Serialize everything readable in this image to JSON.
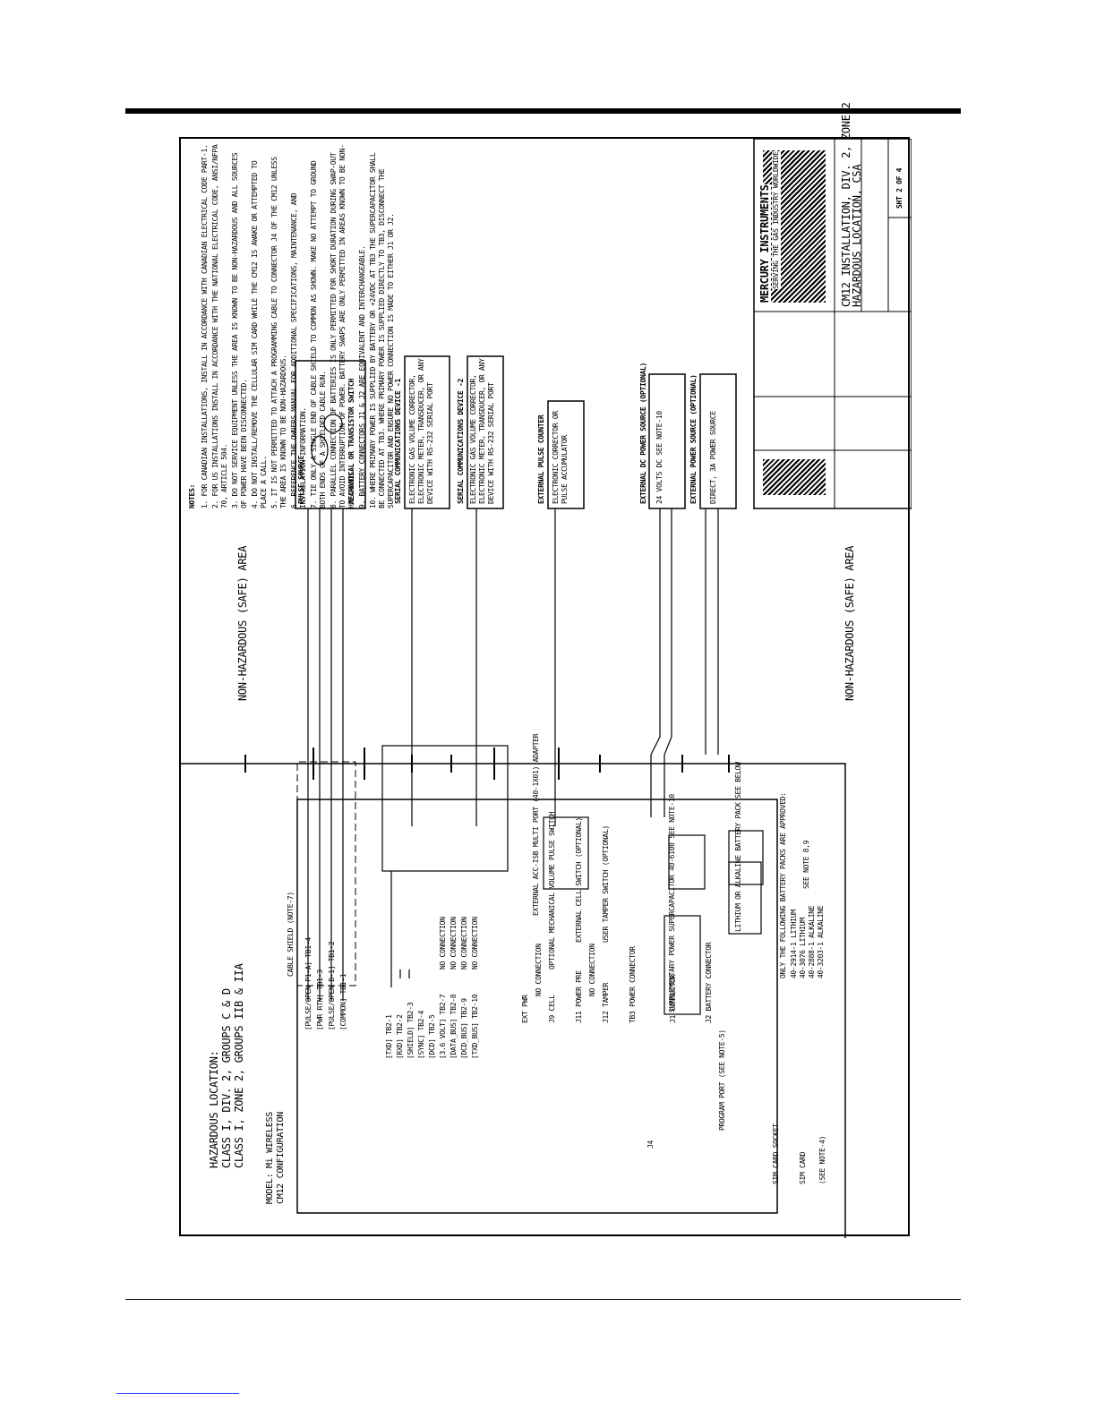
{
  "hazardous": {
    "heading": "HAZARDOUS LOCATION:",
    "line1": "CLASS I, DIV. 2, GROUPS C & D",
    "line2": "CLASS I, ZONE 2, GROUPS IIB & IIA"
  },
  "model": {
    "line1": "MODEL: Mi WIRELESS",
    "line2": "CM12 CONFIGURATION"
  },
  "area": {
    "safe_top": "NON-HAZARDOUS (SAFE) AREA",
    "safe_bottom": "NON-HAZARDOUS (SAFE) AREA"
  },
  "terminals": {
    "tb1": [
      "[PULSE/OPEN P1-A] TB1-4",
      "[PWR RTN] TB1-3",
      "[PULSE/OPEN B-1] TB1-2",
      "[COMMON] TB1-1"
    ],
    "tb2": [
      "[TXD] TB2-1",
      "[RXD] TB2-2",
      "[SHIELD] TB2-3",
      "[SYNC] TB2-4",
      "[DCD] TB2-5",
      "[3.6 VOLT] TB2-7",
      "[DATA_BUS] TB2-8",
      "[DCD_BUS] TB2-9",
      "[TXD_BUS] TB2-10"
    ],
    "no_connection": [
      "NO CONNECTION",
      "NO CONNECTION",
      "NO CONNECTION",
      "NO CONNECTION"
    ],
    "aux": [
      "EXT PWR",
      "J9 CELL",
      "J11 POWER PRE",
      "J12 TAMPER",
      "TB3 POWER CONNECTOR",
      "J1 CONNECTOR",
      "J2 BATTERY CONNECTOR",
      "J4"
    ]
  },
  "devices": {
    "cable_shield": "CABLE SHIELD (NOTE-7)",
    "pulse_source_title": "PULSE SOURCE",
    "pulse_source_desc": "MECHANICAL OR TRANSISTOR SWITCH",
    "serial1_title": "SERIAL COMMUNICATIONS DEVICE -1",
    "serial1_desc": "ELECTRONIC GAS VOLUME CORRECTOR, ELECTRONIC METER, TRANSDUCER, OR ANY DEVICE WITH RS-232 SERIAL PORT",
    "serial2_title": "SERIAL COMMUNICATIONS DEVICE -2",
    "serial2_desc": "ELECTRONIC GAS VOLUME CORRECTOR, ELECTRONIC METER, TRANSDUCER, OR ANY DEVICE WITH RS-232 SERIAL PORT",
    "ext_pulse_title": "EXTERNAL PULSE COUNTER",
    "ext_pulse_desc": "ELECTRONIC CORRECTOR OR PULSE ACCUMULATOR",
    "ext_dc_title": "EXTERNAL DC POWER SOURCE (OPTIONAL)",
    "ext_dc_desc": "24 VOLTS DC SEE NOTE-10",
    "ext_charger_title": "EXTERNAL POWER SOURCE (OPTIONAL)",
    "ext_charger_desc": "DIRECT, 3A POWER SOURCE",
    "optional_meter": "OPTIONAL MECHANICAL VOLUME PULSE SWITCH",
    "external_cell": "EXTERNAL CELL SWITCH (OPTIONAL)",
    "tamper": "USER TAMPER SWITCH (OPTIONAL)",
    "no_connection_a": "NO CONNECTION",
    "no_connection_b": "NO CONNECTION",
    "supercap": "SUPPLEMENTARY POWER SUPERCAPACITOR 40-6100 SEE NOTE-10",
    "battery": "LITHIUM OR ALKALINE BATTERY PACK SEE BELOW",
    "battery_list": "ONLY THE FOLLOWING BATTERY PACKS ARE APPROVED:",
    "battery_items": [
      "40-2914-1 LITHIUM",
      "40-3076 LITHIUM",
      "40-2888-1 ALKALINE",
      "40-3203-1 ALKALINE"
    ],
    "see_note": "SEE NOTE 8,9",
    "external_acc": "EXTERNAL ACC-ISB MULTI PORT (40-1X01) ADAPTER",
    "sim_socket": "SIM CARD SOCKET",
    "sim_card": "SIM CARD",
    "sim_note": "(SEE NOTE-4)",
    "program_port": "PROGRAM PORT (SEE NOTE-5)"
  },
  "notes": {
    "heading": "NOTES:",
    "items": [
      "1. FOR CANADIAN INSTALLATIONS, INSTALL IN ACCORDANCE WITH CANADIAN ELECTRICAL CODE PART-1.",
      "2. FOR US INSTALLATIONS INSTALL IN ACCORDANCE WITH THE NATIONAL ELECTRICAL CODE, ANSI/NFPA 70, ARTICLE 504.",
      "3. DO NOT SERVICE EQUIPMENT UNLESS THE AREA IS KNOWN TO BE NON-HAZARDOUS AND ALL SOURCES OF POWER HAVE BEEN DISCONNECTED.",
      "4. DO NOT INSTALL/REMOVE THE CELLULAR SIM CARD WHILE THE CM12 IS AWAKE OR ATTEMPTED TO PLACE A CALL.",
      "5. IT IS NOT PERMITTED TO ATTACH A PROGRAMMING CABLE TO CONNECTOR J4 OF THE CM12 UNLESS THE AREA IS KNOWN TO BE NON-HAZARDOUS.",
      "6. REFERENCE THE OWNERS MANUAL FOR ADDITIONAL SPECIFICATIONS, MAINTENANCE, AND INSTALLATION INFORMATION.",
      "7. TIE ONLY A SINGLE END OF CABLE SHIELD TO COMMON AS SHOWN. MAKE NO ATTEMPT TO GROUND BOTH ENDS OF A SHIELDED CABLE RUN.",
      "8. PARALLEL CONNECTION OF BATTERIES IS ONLY PERMITTED FOR SHORT DURATION DURING SWAP-OUT TO AVOID INTERRUPTION OF POWER. BATTERY SWAPS ARE ONLY PERMITTED IN AREAS KNOWN TO BE NON-HAZARDOUS.",
      "9. BATTERY CONNECTORS J1 & J2 ARE EQUIVALENT AND INTERCHANGEABLE.",
      "10. WHERE PRIMARY POWER IS SUPPLIED BY BATTERY OR +24VDC AT TB3 THE SUPERCAPACITOR SHALL BE CONNECTED AT TB3. WHERE PRIMARY POWER IS SUPPLIED DIRECTLY TO TB3, DISCONNECT THE SUPERCAPACITOR AND ENSURE NO POWER CONNECTION IS MADE TO EITHER J1 OR J2."
    ]
  },
  "title_block": {
    "company": "MERCURY INSTRUMENTS",
    "tagline": "SERVING THE GAS INDUSTRY WORLDWIDE",
    "title1": "CM12 INSTALLATION, DIV. 2, ZONE-2",
    "title2": "HAZARDOUS LOCATION, CSA",
    "sheet": "SHT 2 OF 4"
  }
}
